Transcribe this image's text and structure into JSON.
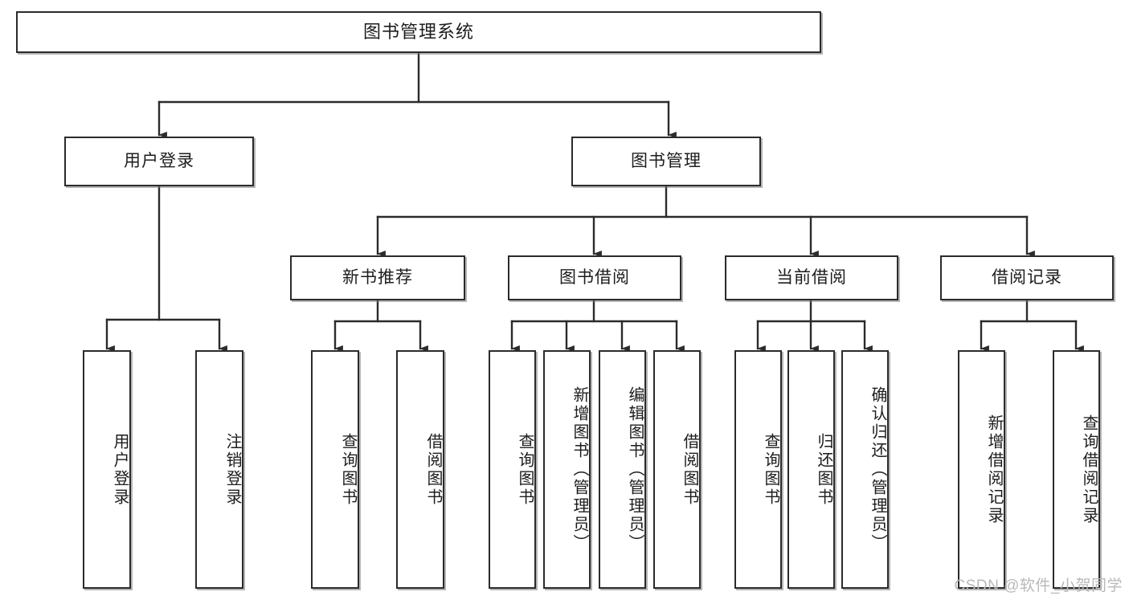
{
  "diagram": {
    "title": "图书管理系统",
    "type": "tree",
    "root": {
      "id": "root",
      "label": "图书管理系统"
    },
    "level2": [
      {
        "id": "user-login",
        "label": "用户登录"
      },
      {
        "id": "book-manage",
        "label": "图书管理"
      }
    ],
    "level3": [
      {
        "id": "new-book-recommend",
        "label": "新书推荐",
        "parent": "book-manage"
      },
      {
        "id": "book-borrow",
        "label": "图书借阅",
        "parent": "book-manage"
      },
      {
        "id": "current-borrow",
        "label": "当前借阅",
        "parent": "book-manage"
      },
      {
        "id": "borrow-record",
        "label": "借阅记录",
        "parent": "book-manage"
      }
    ],
    "leaves": [
      {
        "id": "leaf-user-login",
        "label": "用户登录",
        "parent": "user-login"
      },
      {
        "id": "leaf-logout-login",
        "label": "注销登录",
        "parent": "user-login"
      },
      {
        "id": "leaf-query-book-1",
        "label": "查询图书",
        "parent": "new-book-recommend"
      },
      {
        "id": "leaf-borrow-book-1",
        "label": "借阅图书",
        "parent": "new-book-recommend"
      },
      {
        "id": "leaf-query-book-2",
        "label": "查询图书",
        "parent": "book-borrow"
      },
      {
        "id": "leaf-add-book",
        "label": "新增图书（管理员）",
        "parent": "book-borrow"
      },
      {
        "id": "leaf-edit-book",
        "label": "编辑图书（管理员）",
        "parent": "book-borrow"
      },
      {
        "id": "leaf-borrow-book-2",
        "label": "借阅图书",
        "parent": "book-borrow"
      },
      {
        "id": "leaf-query-book-3",
        "label": "查询图书",
        "parent": "current-borrow"
      },
      {
        "id": "leaf-return-book",
        "label": "归还图书",
        "parent": "current-borrow"
      },
      {
        "id": "leaf-confirm-return",
        "label": "确认归还（管理员）",
        "parent": "current-borrow"
      },
      {
        "id": "leaf-add-record",
        "label": "新增借阅记录",
        "parent": "borrow-record"
      },
      {
        "id": "leaf-query-record",
        "label": "查询借阅记录",
        "parent": "borrow-record"
      }
    ],
    "colors": {
      "box_stroke": "#2b2b2b",
      "box_fill": "#ffffff",
      "connector": "#2b2b2b",
      "text": "#1d1d1d",
      "watermark": "#b9b9b9"
    }
  },
  "watermark": {
    "text": "CSDN @软件_小贺同学"
  }
}
